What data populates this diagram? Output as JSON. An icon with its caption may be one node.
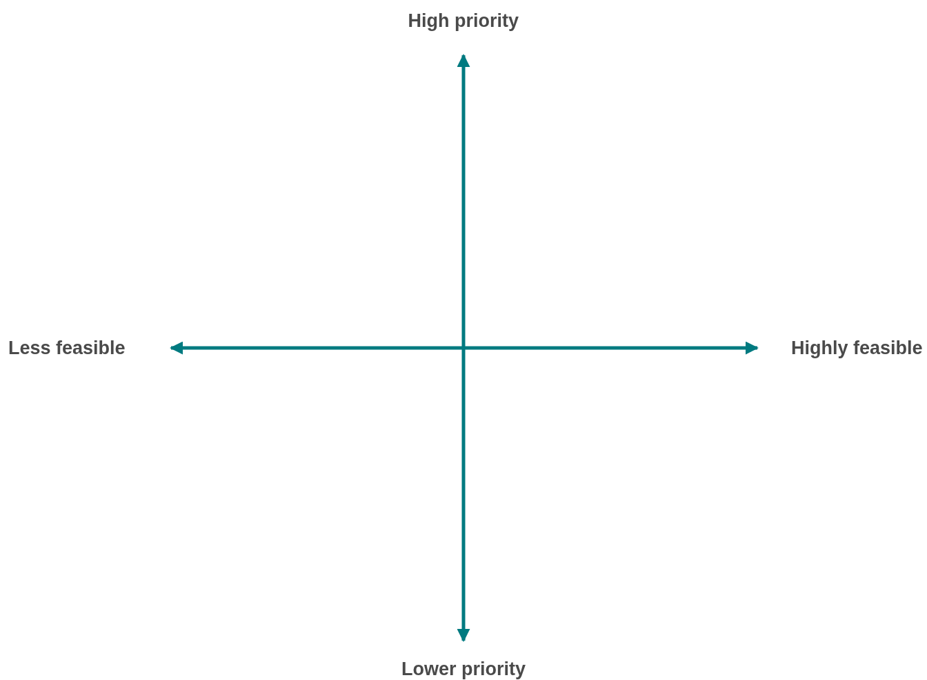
{
  "diagram": {
    "labels": [
      "High priority",
      "Less feasible",
      "Highly feasible",
      "Lower priority"
    ]
  }
}
